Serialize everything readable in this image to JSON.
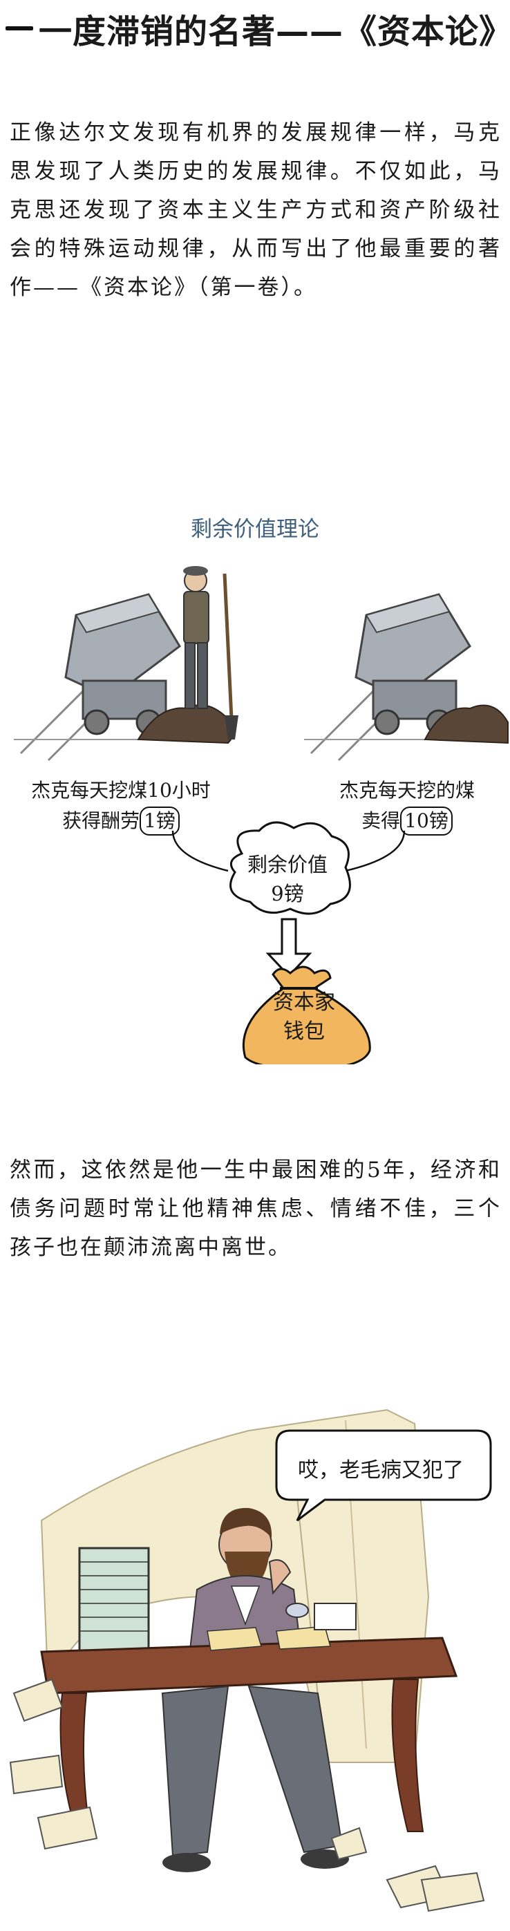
{
  "header": {
    "title": "一度滞销的名著——《资本论》"
  },
  "intro": {
    "text": "正像达尔文发现有机界的发展规律一样，马克思发现了人类历史的发展规律。不仅如此，马克思还发现了资本主义生产方式和资产阶级社会的特殊运动规律，从而写出了他最重要的著作——《资本论》（第一卷）。"
  },
  "diagram": {
    "title": "剩余价值理论",
    "left_caption_line1": "杰克每天挖煤10小时",
    "left_caption_line2_prefix": "获得酬劳",
    "left_caption_boxed": "1镑",
    "right_caption_line1": "杰克每天挖的煤",
    "right_caption_line2_prefix": "卖得",
    "right_caption_boxed": "10镑",
    "surplus_line1": "剩余价值",
    "surplus_line2": "9镑",
    "bag_line1": "资本家",
    "bag_line2": "钱包",
    "colors": {
      "title": "#3e5f7f",
      "bag": "#f2b65e",
      "cart": "#a8aeb6"
    }
  },
  "body": {
    "text": "然而，这依然是他一生中最困难的5年，经济和债务问题时常让他精神焦虑、情绪不佳，三个孩子也在颠沛流离中离世。"
  },
  "scene": {
    "speech": "哎，老毛病又犯了"
  }
}
